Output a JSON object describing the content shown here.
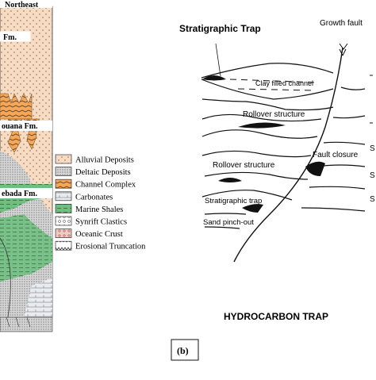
{
  "left_panel": {
    "direction_label": "Northeast",
    "formation_labels": [
      "Fm.",
      "ouana Fm.",
      "ebada Fm."
    ]
  },
  "legend": {
    "items": [
      {
        "label": "Alluvial Deposits",
        "pattern": "alluvial",
        "color": "#f7dcc3"
      },
      {
        "label": "Deltaic Deposits",
        "pattern": "deltaic",
        "color": "#bdbdbd"
      },
      {
        "label": "Channel Complex",
        "pattern": "channel",
        "color": "#f2a75a"
      },
      {
        "label": "Carbonates",
        "pattern": "carbonates",
        "color": "#d9dde6"
      },
      {
        "label": "Marine Shales",
        "pattern": "marine",
        "color": "#6fbf80"
      },
      {
        "label": "Synrift Clastics",
        "pattern": "synrift",
        "color": "#ffffff"
      },
      {
        "label": "Oceanic Crust",
        "pattern": "oceanic",
        "color": "#f3cbc3"
      },
      {
        "label": "Erosional Truncation",
        "pattern": "erosional",
        "color": "#ffffff"
      }
    ]
  },
  "right_panel": {
    "title": "Stratigraphic Trap",
    "growth_fault": "Growth fault",
    "clay_channel": "Clay filled channel",
    "rollover_top": "Rollover structure",
    "fault_closure": "Fault closure",
    "rollover_mid": "Rollover structure",
    "strat_trap": "Stratigraphic trap",
    "sand_pinch": "Sand pinch-out",
    "caption": "HYDROCARBON TRAP",
    "edge_letters": [
      "S",
      "S",
      "S"
    ]
  },
  "panel_label": "(b)"
}
